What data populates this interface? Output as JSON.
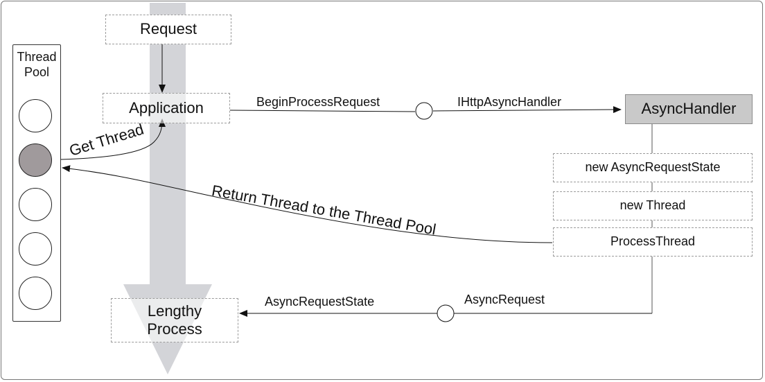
{
  "thread_pool": {
    "title_line1": "Thread",
    "title_line2": "Pool",
    "slots": [
      {
        "state": "idle"
      },
      {
        "state": "busy"
      },
      {
        "state": "idle"
      },
      {
        "state": "idle"
      },
      {
        "state": "idle"
      }
    ]
  },
  "boxes": {
    "request": "Request",
    "application": "Application",
    "async_handler": "AsyncHandler",
    "new_async_request_state": "new AsyncRequestState",
    "new_thread": "new Thread",
    "process_thread": "ProcessThread",
    "lengthy_process_line1": "Lengthy",
    "lengthy_process_line2": "Process"
  },
  "labels": {
    "begin_process_request": "BeginProcessRequest",
    "ihttp_async_handler": "IHttpAsyncHandler",
    "get_thread": "Get Thread",
    "return_thread": "Return Thread to the Thread Pool",
    "async_request_state": "AsyncRequestState",
    "async_request": "AsyncRequest"
  },
  "colors": {
    "flow_arrow": "#d3d4d8",
    "busy_thread": "#a09a9c",
    "handler_fill": "#c9c9c9"
  }
}
